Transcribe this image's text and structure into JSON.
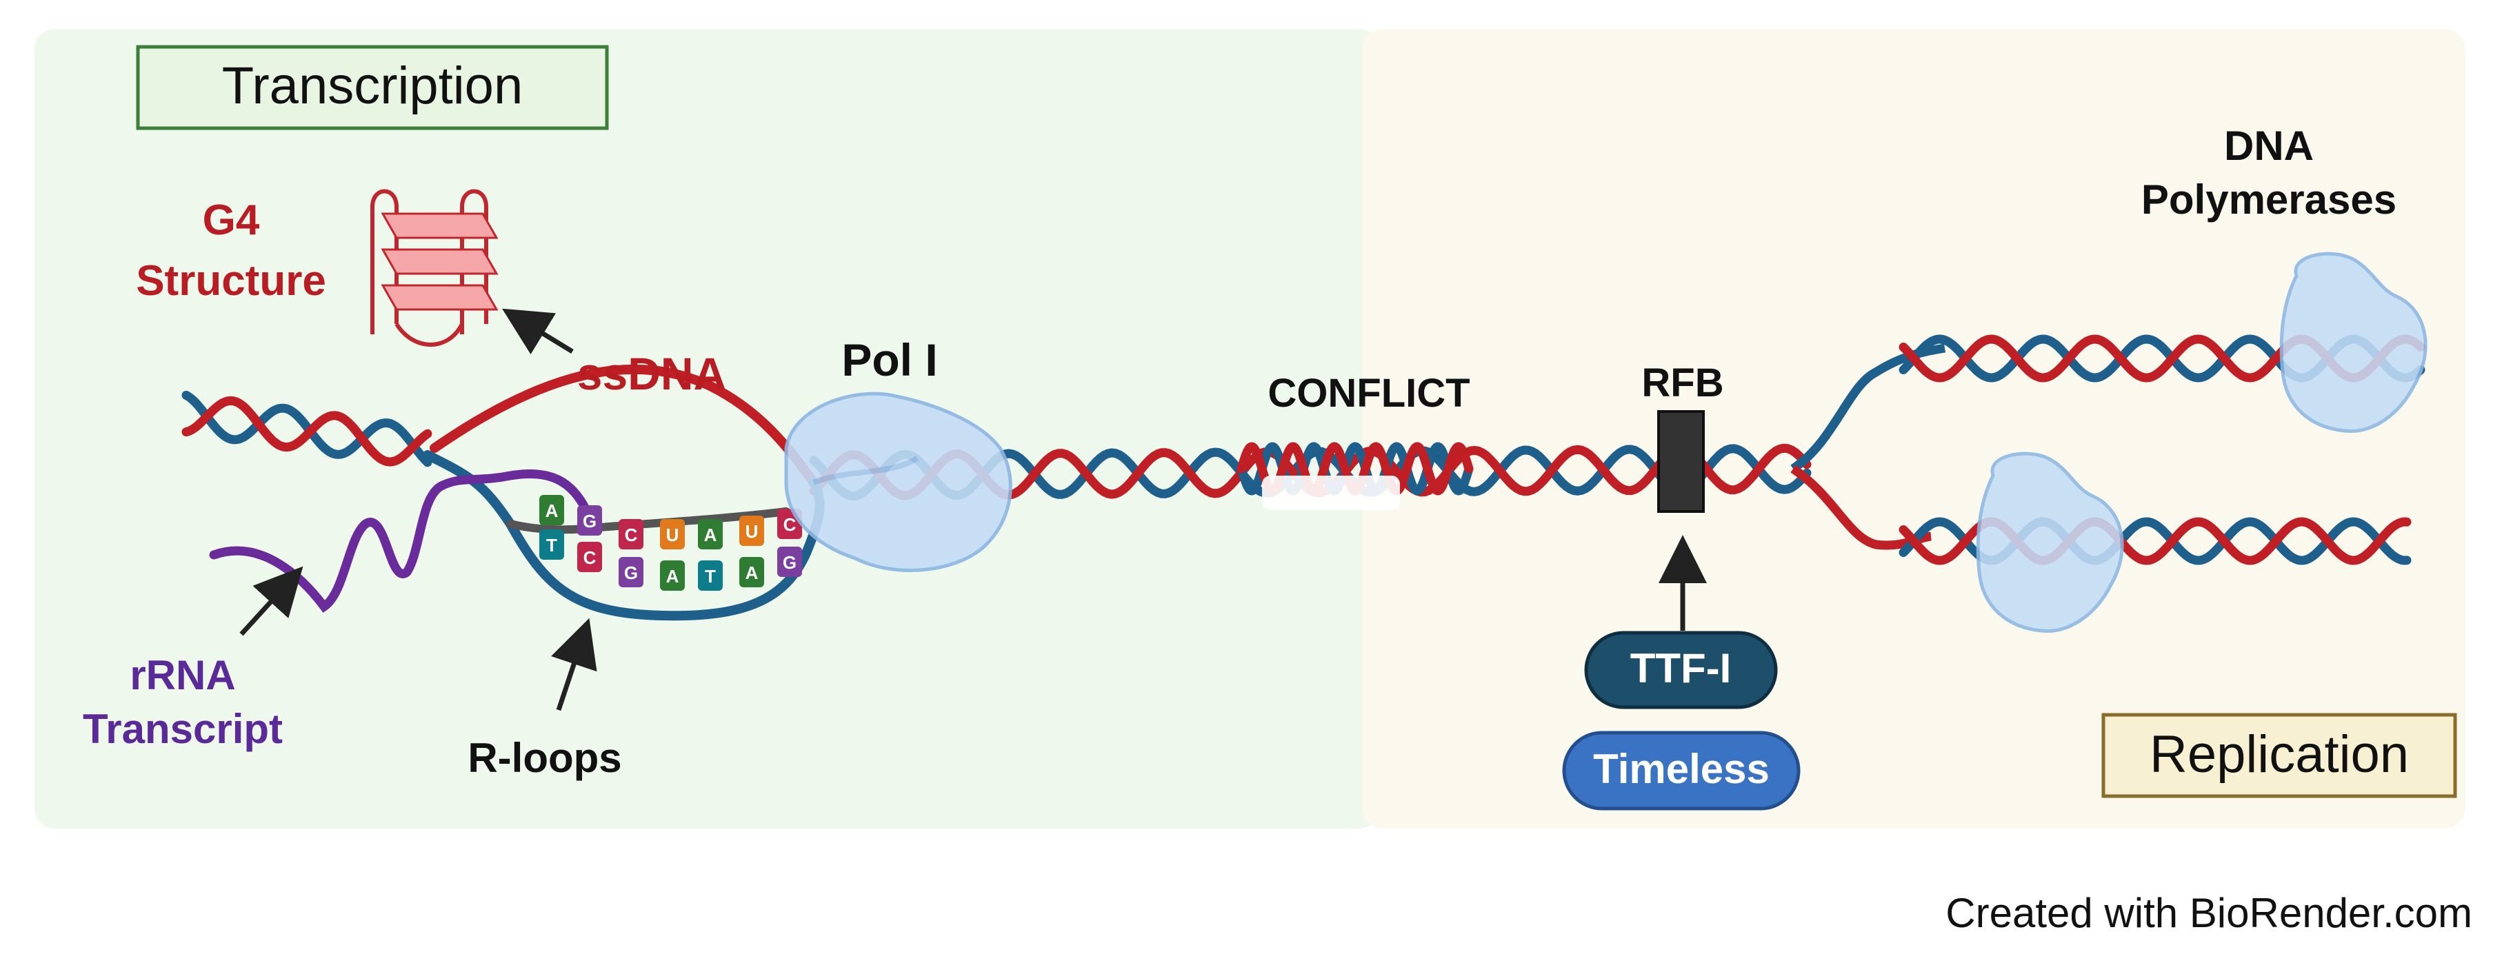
{
  "panels": {
    "transcription_label": "Transcription",
    "replication_label": "Replication"
  },
  "labels": {
    "g4_line1": "G4",
    "g4_line2": "Structure",
    "ssdna": "ssDNA",
    "pol1": "Pol I",
    "rrna_line1": "rRNA",
    "rrna_line2": "Transcript",
    "rloops": "R-loops",
    "conflict": "CONFLICT",
    "rfb": "RFB",
    "dna_pol_line1": "DNA",
    "dna_pol_line2": "Polymerases",
    "ttf1": "TTF-I",
    "timeless": "Timeless"
  },
  "rloop_bases": {
    "rna": [
      "A",
      "G",
      "C",
      "U",
      "A",
      "U",
      "C"
    ],
    "dna": [
      "T",
      "C",
      "G",
      "A",
      "T",
      "A",
      "G"
    ]
  },
  "base_colors": {
    "A": "#2e7d32",
    "T": "#0d7d8c",
    "G": "#7b3fa0",
    "C": "#c0264b",
    "U": "#e07a1a"
  },
  "colors": {
    "dna_blue": "#1f5f8b",
    "dna_red": "#c01f25",
    "rna_purple": "#6a2c9a",
    "label_red": "#b81d24",
    "label_purple": "#5b2a99",
    "transcription_bg": "#eef8ec",
    "replication_bg": "#fbf9ee",
    "protein_fill": "#c3dcf5",
    "ttf1_fill": "#1d4f6a",
    "timeless_fill": "#3a73c4"
  },
  "icons": [
    "g4-quadruplex-icon",
    "pol1-enzyme-icon",
    "rfb-block-icon",
    "dna-polymerase-icon"
  ],
  "credit": "Created with BioRender.com"
}
